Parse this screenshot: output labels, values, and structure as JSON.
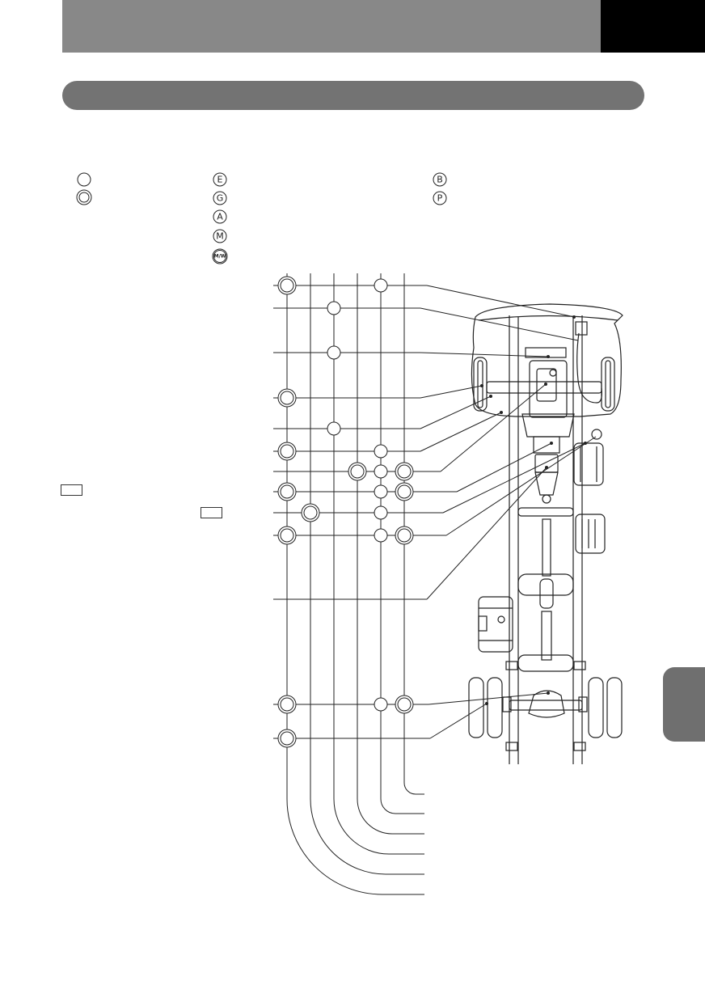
{
  "legend": {
    "col2_symbols": [
      "E",
      "G",
      "A",
      "M",
      "M/W"
    ],
    "col3_symbols": [
      "B",
      "P"
    ]
  },
  "colors": {
    "header_gray": "#888888",
    "header_black": "#000000",
    "pill_gray": "#737373",
    "tab_gray": "#6f6f6f",
    "line": "#222222"
  }
}
